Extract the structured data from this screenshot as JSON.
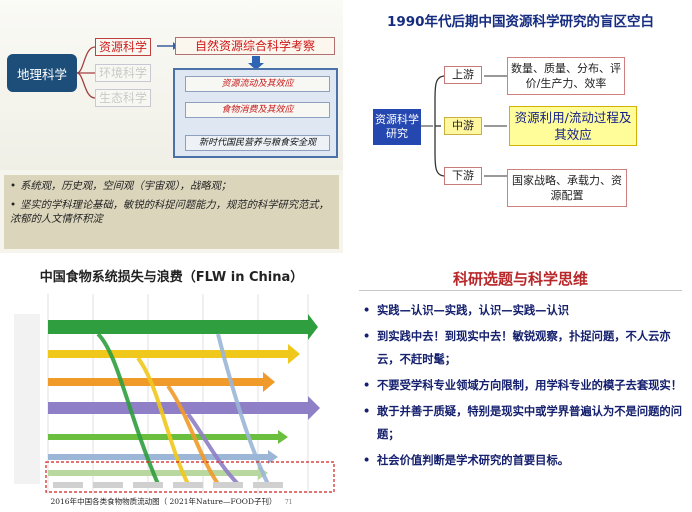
{
  "panel1": {
    "geo_label": "地理科学",
    "sub_disciplines": [
      "资源科学",
      "环境科学",
      "生态科学"
    ],
    "natural_label": "自然资源综合科学考察",
    "flow_items": [
      "资源流动及其效应",
      "食物消费及其效应",
      "新时代国民营养与粮食安全观"
    ],
    "bullets": [
      "系统观，历史观，空间观（宇宙观），战略观；",
      "坚实的学科理论基础，敏锐的科捉问题能力，规范的科学研究范式，浓郁的人文情怀积淀"
    ]
  },
  "panel2": {
    "title": "1990年代后期中国资源科学研究的盲区空白",
    "root_label": "资源科学研究",
    "stages": [
      "上游",
      "中游",
      "下游"
    ],
    "upstream_info": "数量、质量、分布、评价/生产力、效率",
    "midstream_info": "资源利用/流动过程及其效应",
    "downstream_info": "国家战略、承载力、资源配置"
  },
  "panel3": {
    "title": "中国食物系统损失与浪费（FLW in China）",
    "caption": "2016年中国各类食物物质流动图（ 2021年Nature—FOOD子刊）",
    "page_num": "71",
    "diagram_colors": [
      "#2e9e3e",
      "#f0c81c",
      "#8f7fc6",
      "#f09a2a",
      "#6bbf3f",
      "#9bb6d6"
    ]
  },
  "panel4": {
    "title": "科研选题与科学思维",
    "items": [
      "实践—认识—实践，认识—实践—认识",
      "到实践中去！到现实中去！敏锐观察，扑捉问题，不人云亦云，不赶时髦；",
      "不要受学科专业领域方向限制，用学科专业的模子去套现实！",
      "敢于并善于质疑，特别是现实中或学界普遍认为不是问题的问题；",
      "社会价值判断是学术研究的首要目标。"
    ]
  }
}
